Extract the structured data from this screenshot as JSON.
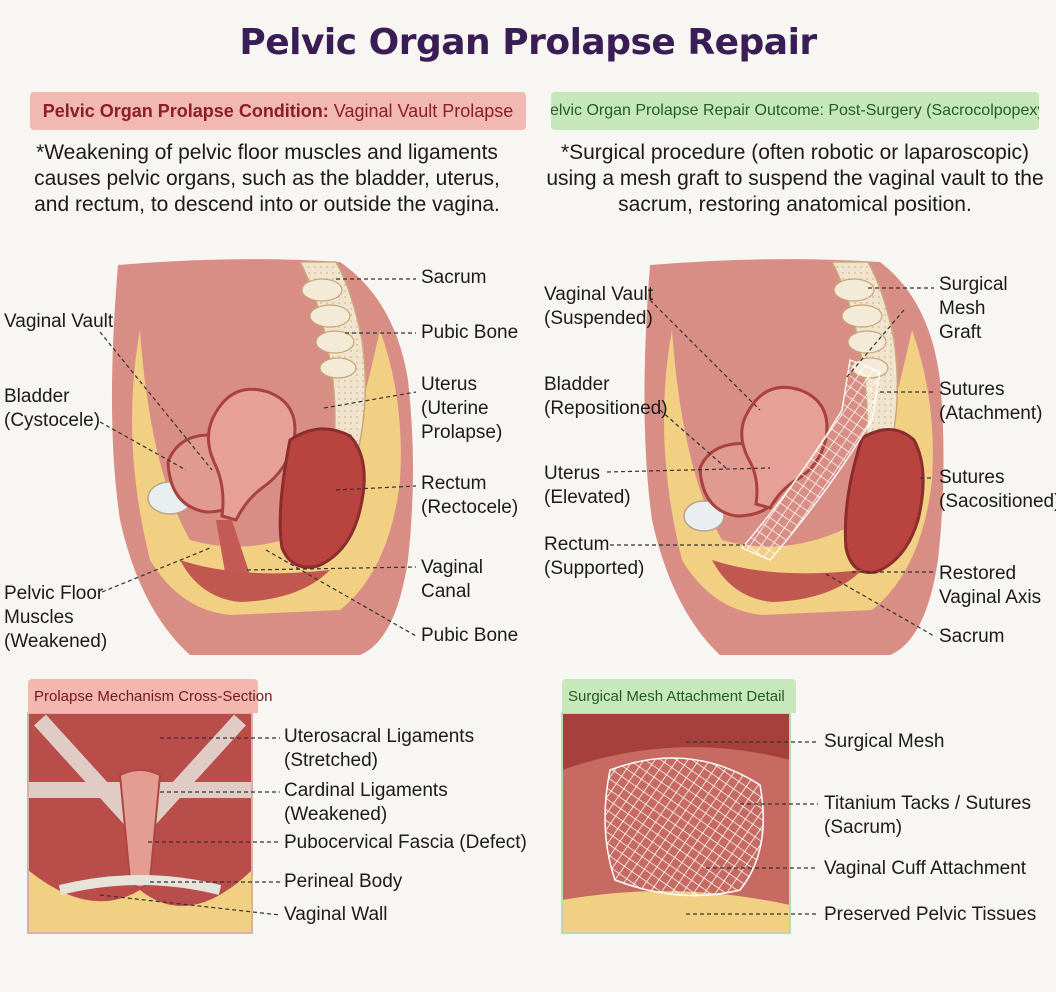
{
  "title": "Pelvic Organ Prolapse Repair",
  "left": {
    "banner_bold": "Pelvic Organ Prolapse Condition:",
    "banner_rest": " Vaginal Vault Prolapse",
    "description": "*Weakening of pelvic floor muscles and ligaments causes pelvic organs, such as the bladder, uterus, and rectum, to descend into or outside the vagina.",
    "labels": {
      "sacrum": "Sacrum",
      "vaginal_vault": "Vaginal Vault",
      "pubic_bone_top": "Pubic Bone",
      "bladder": "Bladder\n(Cystocele)",
      "uterus": "Uterus\n(Uterine\nProlapse)",
      "rectum": "Rectum\n(Rectocele)",
      "vaginal_canal": "Vaginal\nCanal",
      "pelvic_floor": "Pelvic Floor\nMuscles\n(Weakened)",
      "pubic_bone_bottom": "Pubic Bone"
    },
    "inset": {
      "title": "Prolapse Mechanism Cross-Section",
      "labels": {
        "uterosacral": "Uterosacral Ligaments\n(Stretched)",
        "cardinal": "Cardinal Ligaments\n(Weakened)",
        "pubocervical": "Pubocervical Fascia (Defect)",
        "perineal": "Perineal Body",
        "vaginal_wall": "Vaginal Wall"
      }
    }
  },
  "right": {
    "banner": "Pelvic Organ Prolapse Repair Outcome: Post-Surgery (Sacrocolpopexy)",
    "description": "*Surgical procedure (often robotic or laparoscopic) using a mesh graft to suspend the vaginal vault to the sacrum, restoring anatomical position.",
    "labels": {
      "vaginal_vault": "Vaginal Vault\n(Suspended)",
      "surgical_mesh_graft": "Surgical Mesh\nGraft",
      "bladder": "Bladder\n(Repositioned)",
      "sutures_attachment": "Sutures\n(Atachment)",
      "uterus": "Uterus\n(Elevated)",
      "sutures_sacositioned": "Sutures\n(Sacositioned)",
      "rectum": "Rectum\n(Supported)",
      "restored_axis": "Restored\nVaginal Axis",
      "sacrum": "Sacrum"
    },
    "inset": {
      "title": "Surgical Mesh Attachment Detail",
      "labels": {
        "surgical_mesh": "Surgical Mesh",
        "titanium": "Titanium Tacks / Sutures\n(Sacrum)",
        "vaginal_cuff": "Vaginal Cuff Attachment",
        "preserved": "Preserved Pelvic Tissues"
      }
    }
  },
  "colors": {
    "title": "#3a1d55",
    "left_banner_bg": "#f2b9b2",
    "right_banner_bg": "#c5e7bb",
    "tissue": "#c9635d",
    "organ": "#d9857c",
    "fat": "#f1cf83",
    "bone": "#efe3cf"
  }
}
